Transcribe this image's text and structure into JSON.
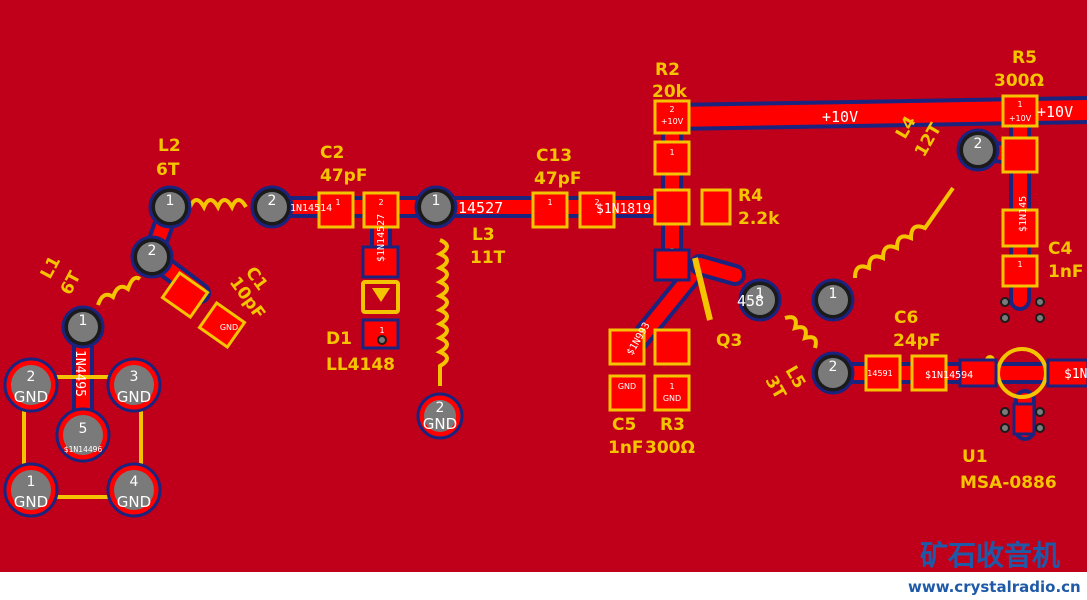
{
  "board": {
    "background_color": "#c0001a",
    "copper_color": "#ff0000",
    "silk_color": "#f5c400",
    "trace_outline_color": "#1a237e",
    "footer_color": "#ffffff"
  },
  "components": {
    "L1": {
      "ref": "L1",
      "value": "6T"
    },
    "L2": {
      "ref": "L2",
      "value": "6T"
    },
    "C1": {
      "ref": "C1",
      "value": "10pF"
    },
    "C2": {
      "ref": "C2",
      "value": "47pF"
    },
    "C13": {
      "ref": "C13",
      "value": "47pF"
    },
    "L3": {
      "ref": "L3",
      "value": "11T"
    },
    "D1": {
      "ref": "D1",
      "value": "LL4148"
    },
    "R2": {
      "ref": "R2",
      "value": "20k"
    },
    "R4": {
      "ref": "R4",
      "value": "2.2k"
    },
    "R3": {
      "ref": "R3",
      "value": "300Ω"
    },
    "C5": {
      "ref": "C5",
      "value": "1nF"
    },
    "Q3": {
      "ref": "Q3"
    },
    "L4": {
      "ref": "L4",
      "value": "12T"
    },
    "L5": {
      "ref": "L5",
      "value": "3T"
    },
    "C6": {
      "ref": "C6",
      "value": "24pF"
    },
    "R5": {
      "ref": "R5",
      "value": "300Ω"
    },
    "C4": {
      "ref": "C4",
      "value": "1nF"
    },
    "U1": {
      "ref": "U1",
      "value": "MSA-0886"
    }
  },
  "nets": {
    "plus10v": "+10V",
    "gnd": "GND",
    "n14527": "14527",
    "n1n1819": "$1N1819",
    "n1n14514": "1N14514",
    "n1n14527": "$1N14527",
    "n458": "458",
    "n14591": "14591",
    "n1n14594": "$1N14594",
    "n1n14496": "$1N14496",
    "n1n4495": "1N4495",
    "n1n145": "$1N145",
    "n1n": "$1N",
    "n1n993": "$1N993"
  },
  "pad_numbers": {
    "p1": "1",
    "p2": "2",
    "p3": "3",
    "p4": "4",
    "p5": "5"
  },
  "watermark": {
    "title": "矿石收音机",
    "url": "www.crystalradio.cn"
  }
}
